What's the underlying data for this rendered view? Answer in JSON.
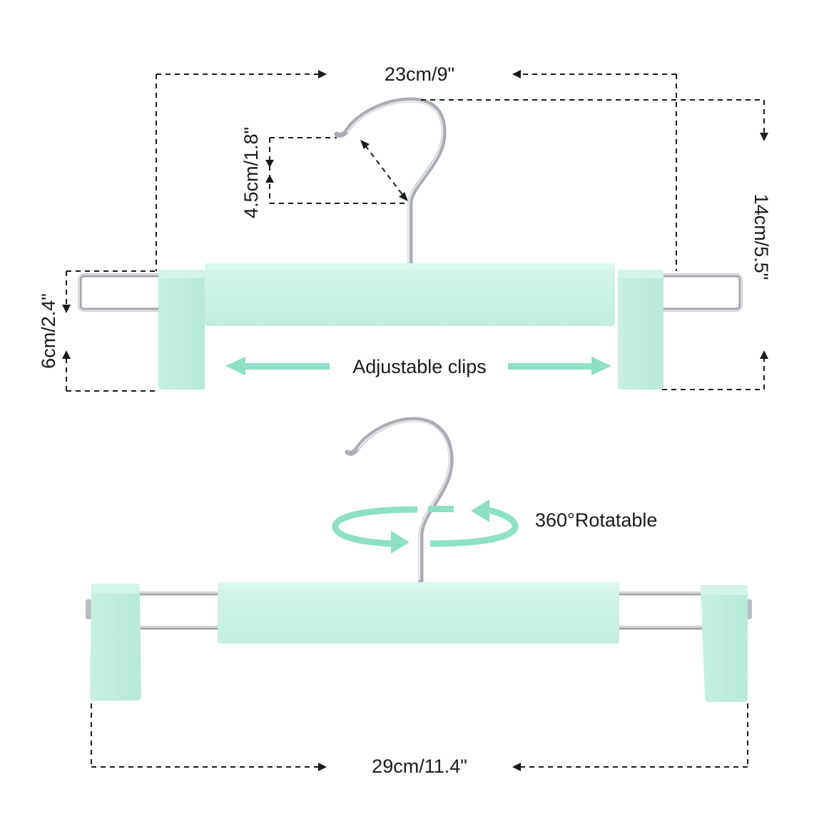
{
  "top_view": {
    "width_label": "23cm/9\"",
    "hook_label": "4.5cm/1.8\"",
    "height_label": "14cm/5.5\"",
    "clip_label": "6cm/2.4\"",
    "clips_label": "Adjustable clips"
  },
  "bottom_view": {
    "rotate_label": "360°Rotatable",
    "width_label": "29cm/11.4\""
  },
  "colors": {
    "mint_plastic": "#c9f1e3",
    "mint_arrow": "#8de0c6",
    "chrome": "#a9acb1",
    "dimension_lines": "#1a1a1a"
  }
}
